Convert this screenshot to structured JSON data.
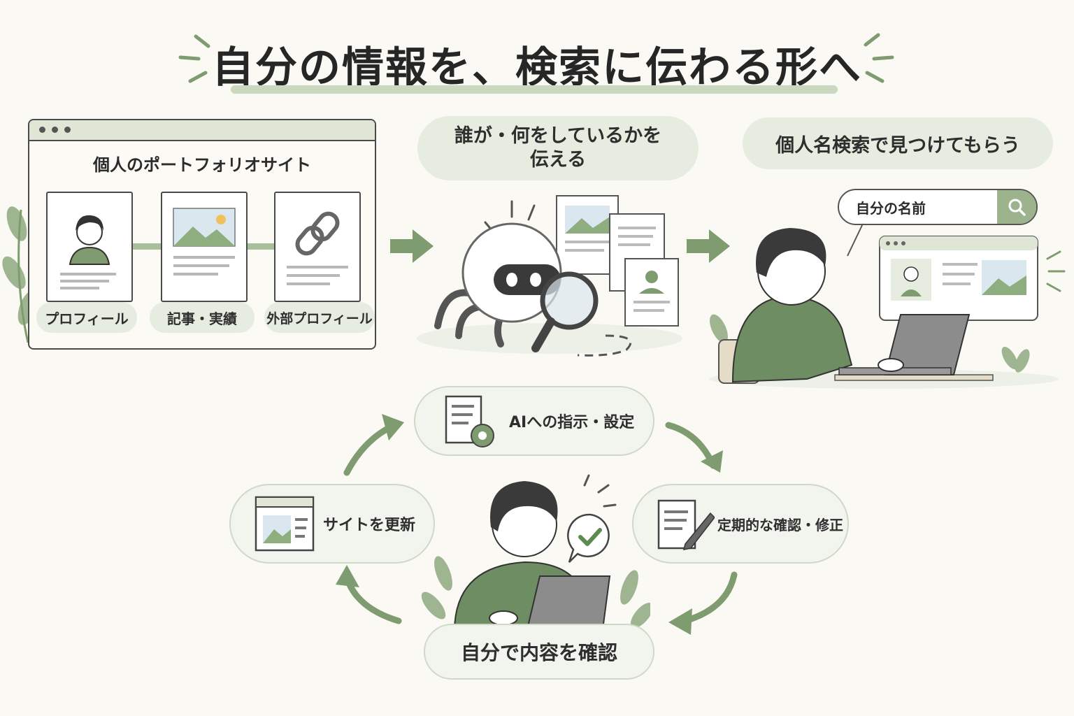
{
  "title": "自分の情報を、検索に伝わる形へ",
  "portfolio": {
    "heading": "個人のポートフォリオサイト",
    "cards": [
      "プロフィール",
      "記事・実績",
      "外部プロフィール"
    ]
  },
  "crawler": {
    "caption_line1": "誰が・何をしているかを",
    "caption_line2": "伝える"
  },
  "search": {
    "caption": "個人名検索で見つけてもらう",
    "query": "自分の名前"
  },
  "cycle": {
    "top": "AIへの指示・設定",
    "right": "定期的な確認・修正",
    "bottom": "自分で内容を確認",
    "left": "サイトを更新"
  },
  "colors": {
    "accent": "#7f9b70",
    "pill": "#e6ecdf",
    "shirt": "#6f8d62",
    "ink": "#2b2b2b"
  },
  "icons": [
    "search-icon",
    "chain-link-icon",
    "gear-icon",
    "pencil-icon",
    "checkmark-icon",
    "image-icon",
    "arrow-right-icon"
  ]
}
